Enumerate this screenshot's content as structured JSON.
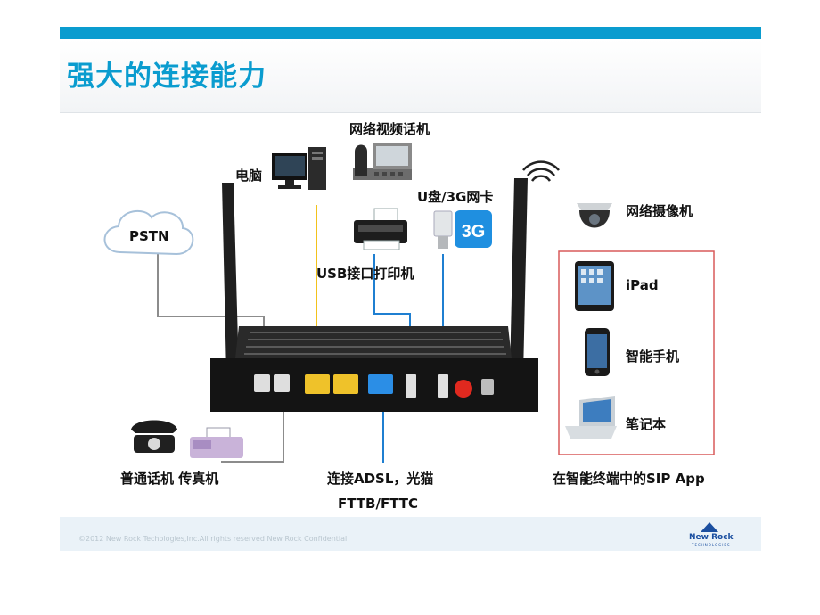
{
  "slide": {
    "title": "强大的连接能力",
    "footer": "©2012 New Rock Techologies,Inc.All rights reserved    New Rock Confidential",
    "brand": "New Rock",
    "brand_sub": "TECHNOLOGIES"
  },
  "labels": {
    "video_phone": "网络视频话机",
    "computer": "电脑",
    "usb_3g": "U盘/3G网卡",
    "ip_camera": "网络摄像机",
    "pstn": "PSTN",
    "usb_printer": "USB接口打印机",
    "ipad": "iPad",
    "smartphone": "智能手机",
    "laptop": "笔记本",
    "phone_fax": "普通话机  传真机",
    "adsl": "连接ADSL，光猫",
    "fttb": "FTTB/FTTC",
    "sip_app": "在智能终端中的SIP App",
    "badge_3g": "3G"
  },
  "colors": {
    "accent": "#0a9ccf",
    "yellow_line": "#f2c21b",
    "blue_line": "#1f7fd1",
    "gray_line": "#8c8c8c",
    "red_frame": "#d95a5a"
  }
}
